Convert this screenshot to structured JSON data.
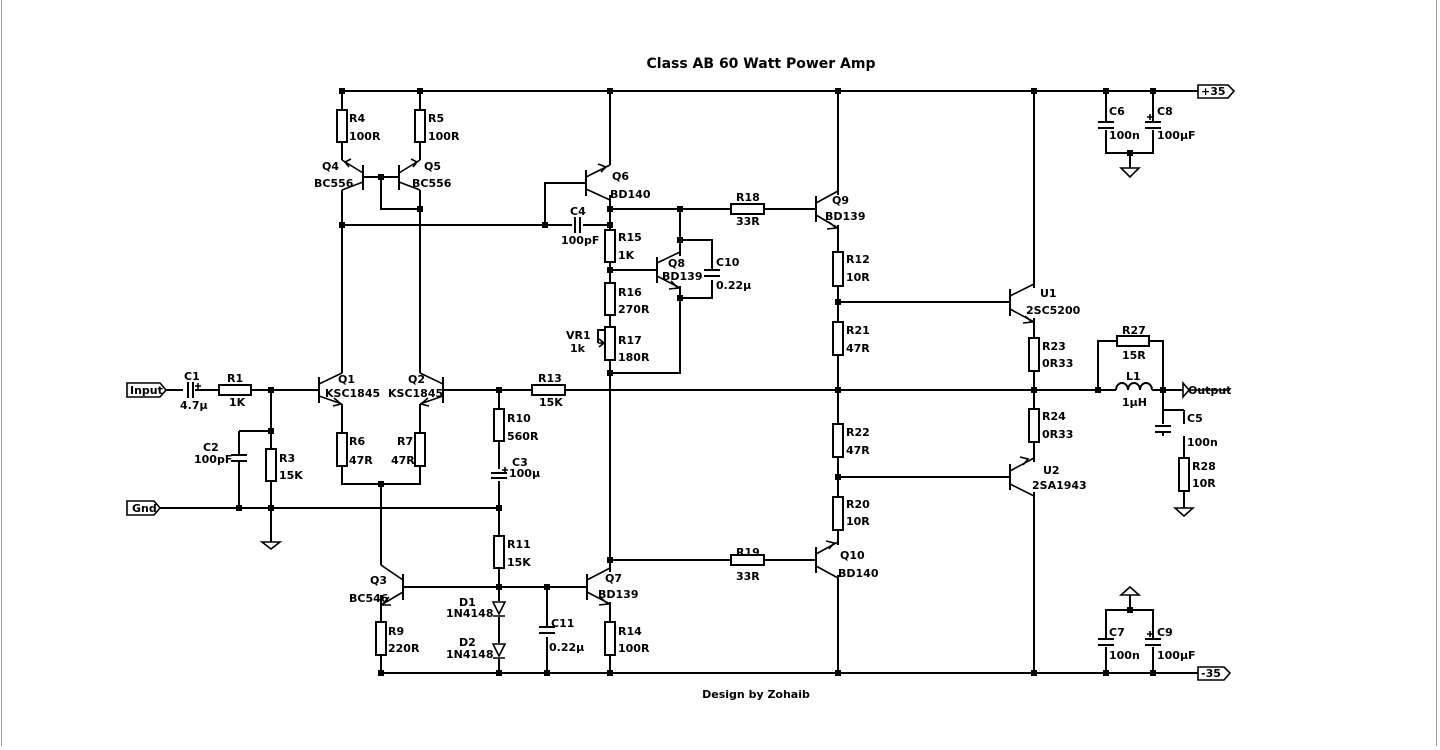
{
  "title": "Class AB 60 Watt Power Amp",
  "credit": "Design by Zohaib",
  "ports": {
    "input": "Input",
    "gnd": "Gnd",
    "output": "Output",
    "vpos": "+35",
    "vneg": "-35"
  },
  "components": {
    "C1": {
      "ref": "C1",
      "val": "4.7μ"
    },
    "R1": {
      "ref": "R1",
      "val": "1K"
    },
    "C2": {
      "ref": "C2",
      "val": "100pF"
    },
    "R3": {
      "ref": "R3",
      "val": "15K"
    },
    "R4": {
      "ref": "R4",
      "val": "100R"
    },
    "R5": {
      "ref": "R5",
      "val": "100R"
    },
    "Q4": {
      "ref": "Q4",
      "val": "BC556"
    },
    "Q5": {
      "ref": "Q5",
      "val": "BC556"
    },
    "Q1": {
      "ref": "Q1",
      "val": "KSC1845"
    },
    "Q2": {
      "ref": "Q2",
      "val": "KSC1845"
    },
    "R6": {
      "ref": "R6",
      "val": "47R"
    },
    "R7": {
      "ref": "R7",
      "val": "47R"
    },
    "Q3": {
      "ref": "Q3",
      "val": "BC546"
    },
    "R9": {
      "ref": "R9",
      "val": "220R"
    },
    "R10": {
      "ref": "R10",
      "val": "560R"
    },
    "C3": {
      "ref": "C3",
      "val": "100μ"
    },
    "R11": {
      "ref": "R11",
      "val": "15K"
    },
    "D1": {
      "ref": "D1",
      "val": "1N4148"
    },
    "D2": {
      "ref": "D2",
      "val": "1N4148"
    },
    "C11": {
      "ref": "C11",
      "val": "0.22μ"
    },
    "R13": {
      "ref": "R13",
      "val": "15K"
    },
    "Q6": {
      "ref": "Q6",
      "val": "BD140"
    },
    "C4": {
      "ref": "C4",
      "val": "100pF"
    },
    "R15": {
      "ref": "R15",
      "val": "1K"
    },
    "Q8": {
      "ref": "Q8",
      "val": "BD139"
    },
    "C10": {
      "ref": "C10",
      "val": "0.22μ"
    },
    "R16": {
      "ref": "R16",
      "val": "270R"
    },
    "VR1": {
      "ref": "VR1",
      "val": "1k"
    },
    "R17": {
      "ref": "R17",
      "val": "180R"
    },
    "Q7": {
      "ref": "Q7",
      "val": "BD139"
    },
    "R14": {
      "ref": "R14",
      "val": "100R"
    },
    "R18": {
      "ref": "R18",
      "val": "33R"
    },
    "R19": {
      "ref": "R19",
      "val": "33R"
    },
    "Q9": {
      "ref": "Q9",
      "val": "BD139"
    },
    "Q10": {
      "ref": "Q10",
      "val": "BD140"
    },
    "R12": {
      "ref": "R12",
      "val": "10R"
    },
    "R21": {
      "ref": "R21",
      "val": "47R"
    },
    "R22": {
      "ref": "R22",
      "val": "47R"
    },
    "R20": {
      "ref": "R20",
      "val": "10R"
    },
    "U1": {
      "ref": "U1",
      "val": "2SC5200"
    },
    "U2": {
      "ref": "U2",
      "val": "2SA1943"
    },
    "R23": {
      "ref": "R23",
      "val": "0R33"
    },
    "R24": {
      "ref": "R24",
      "val": "0R33"
    },
    "R27": {
      "ref": "R27",
      "val": "15R"
    },
    "L1": {
      "ref": "L1",
      "val": "1μH"
    },
    "C5": {
      "ref": "C5",
      "val": "100n"
    },
    "R28": {
      "ref": "R28",
      "val": "10R"
    },
    "C6": {
      "ref": "C6",
      "val": "100n"
    },
    "C8": {
      "ref": "C8",
      "val": "100μF"
    },
    "C7": {
      "ref": "C7",
      "val": "100n"
    },
    "C9": {
      "ref": "C9",
      "val": "100μF"
    }
  }
}
